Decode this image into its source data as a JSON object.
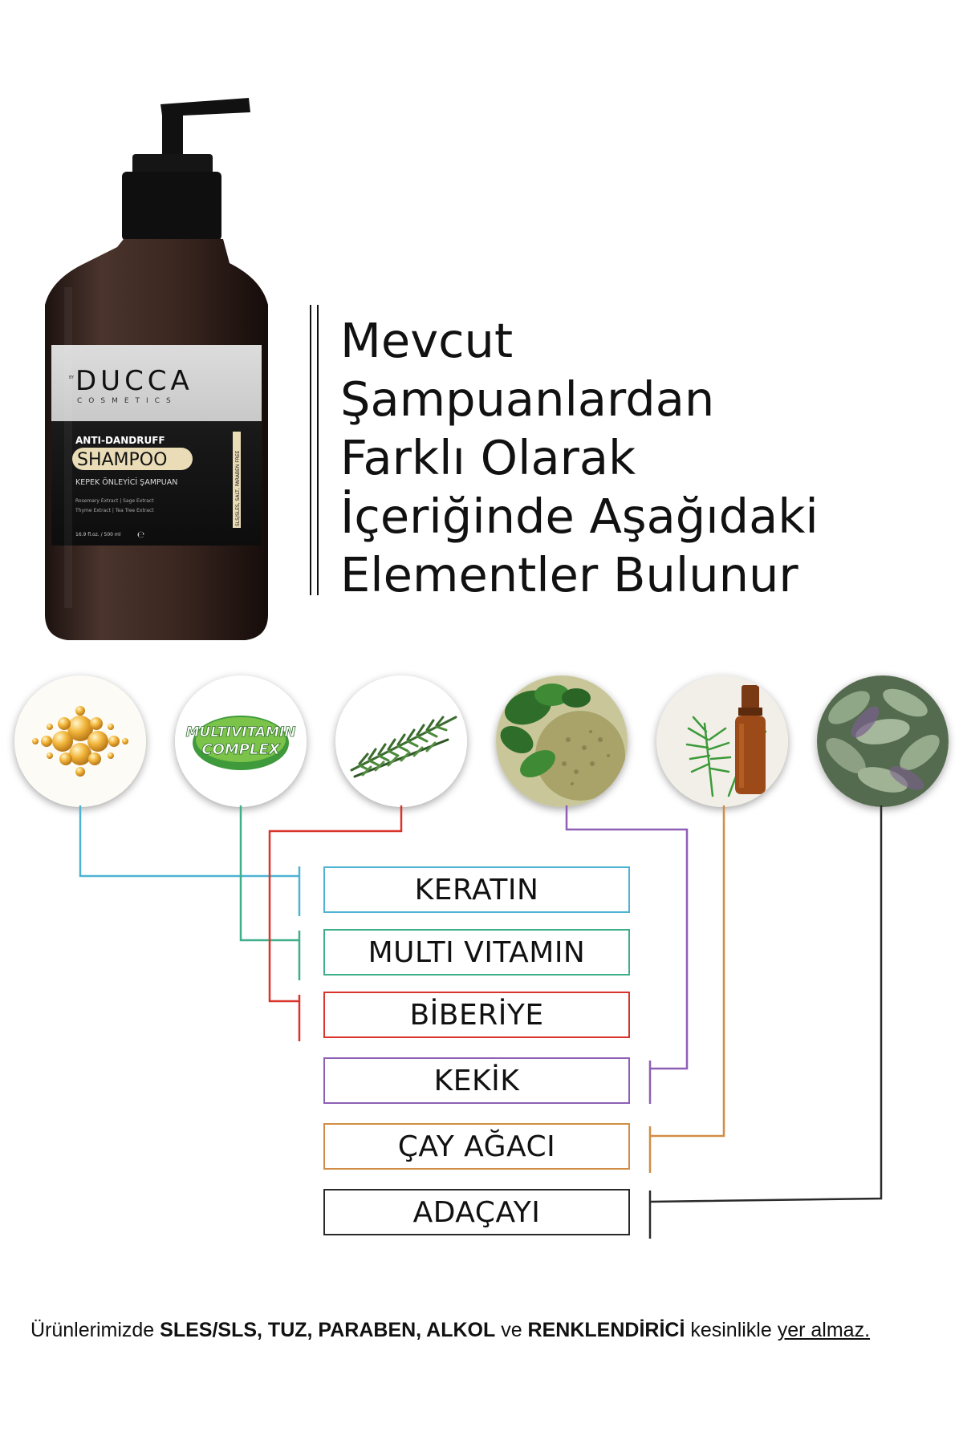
{
  "product": {
    "brand": "DUCCA",
    "brand_sub": "COSMETICS",
    "brand_prefix": "BY",
    "type_label": "ANTI-DANDRUFF",
    "name": "SHAMPOO",
    "subtitle": "KEPEK ÖNLEYİCİ ŞAMPUAN",
    "extracts_line1": "Rosemary Extract | Sage Extract",
    "extracts_line2": "Thyme Extract | Tea Tree Extract",
    "volume": "16.9 fl.oz. / 500 ml",
    "volume_mark": "℮",
    "side_label": "SLS/SLES, SALT, PARABEN FREE"
  },
  "headline": {
    "lines": [
      "Mevcut",
      "Şampuanlardan",
      "Farklı Olarak",
      "İçeriğinde Aşağıdaki",
      "Elementler Bulunur"
    ]
  },
  "ingredients": [
    {
      "label": "KERATIN",
      "color": "#4eb3d3",
      "icon": "keratin-droplets-icon"
    },
    {
      "label": "MULTI VITAMIN",
      "color": "#3fae8a",
      "icon": "multivitamin-badge-icon",
      "badge_line1": "MULTIVITAMIN",
      "badge_line2": "COMPLEX"
    },
    {
      "label": "BİBERİYE",
      "color": "#d9342b",
      "icon": "rosemary-icon"
    },
    {
      "label": "KEKİK",
      "color": "#8e5fb5",
      "icon": "thyme-icon"
    },
    {
      "label": "ÇAY AĞACI",
      "color": "#d18d45",
      "icon": "tea-tree-oil-icon"
    },
    {
      "label": "ADAÇAYI",
      "color": "#2a2a2a",
      "icon": "sage-icon"
    }
  ],
  "footer": {
    "prefix": "Ürünlerimizde ",
    "bold1": "SLES/SLS, TUZ, PARABEN, ALKOL",
    "mid": " ve ",
    "bold2": "RENKLENDİRİCİ",
    "mid2": " kesinlikle ",
    "underlined": "yer almaz."
  }
}
